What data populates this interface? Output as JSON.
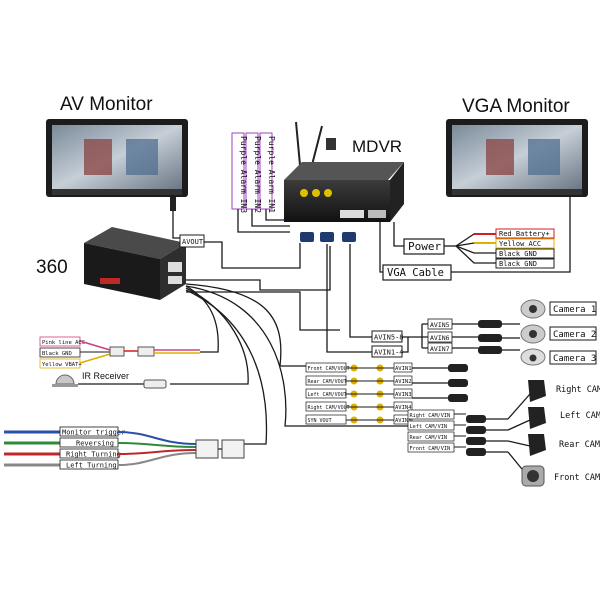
{
  "titles": {
    "av_monitor": "AV Monitor",
    "vga_monitor": "VGA Monitor",
    "mdvr": "MDVR",
    "unit_360": "360"
  },
  "alarms": [
    "Purple Alarm IN3",
    "Purple Alarm IN2",
    "Purple Alarm IN1"
  ],
  "power": {
    "label": "Power",
    "wires": [
      "Red Battery+",
      "Yellow ACC",
      "Black GND",
      "Black GND"
    ]
  },
  "vga_cable": "VGA Cable",
  "avout": "AVOUT",
  "avin_groups": [
    "AVIN5-8",
    "AVIN1-4"
  ],
  "avin_5_8": [
    "AVIN5",
    "AVIN6",
    "AVIN7"
  ],
  "cameras": [
    "Camera 1",
    "Camera 2",
    "Camera 3"
  ],
  "video_outputs": [
    "Front CAM/VOUT",
    "Rear CAM/VOUT",
    "Left CAM/VOUT",
    "Right CAM/VOUT",
    "SYN VOUT"
  ],
  "avin_1_4": [
    "AVIN1",
    "AVIN2",
    "AVIN3",
    "AVIN4",
    "AVIN8"
  ],
  "cam_vin": [
    "Right CAM/VIN",
    "Left CAM/VIN",
    "Rear CAM/VIN",
    "Front CAM/VIN"
  ],
  "side_cams": [
    "Right CAM",
    "Left CAM",
    "Rear CAM",
    "Front CAM"
  ],
  "power_360": [
    "Pink line ACC",
    "Black GND",
    "Yellow VBAT+"
  ],
  "ir_receiver": "IR Receiver",
  "triggers": [
    "Monitor trigger",
    "Reversing",
    "Right Turning",
    "Left Turning"
  ],
  "colors": {
    "line": "#1a1a1a",
    "alarm_border": "#a040c0",
    "red_wire": "#d02020",
    "yellow_wire": "#e0b000",
    "black_wire": "#222222",
    "trigger_wires": [
      "#2a4fa8",
      "#2e8a3a",
      "#c02828",
      "#888888"
    ]
  }
}
